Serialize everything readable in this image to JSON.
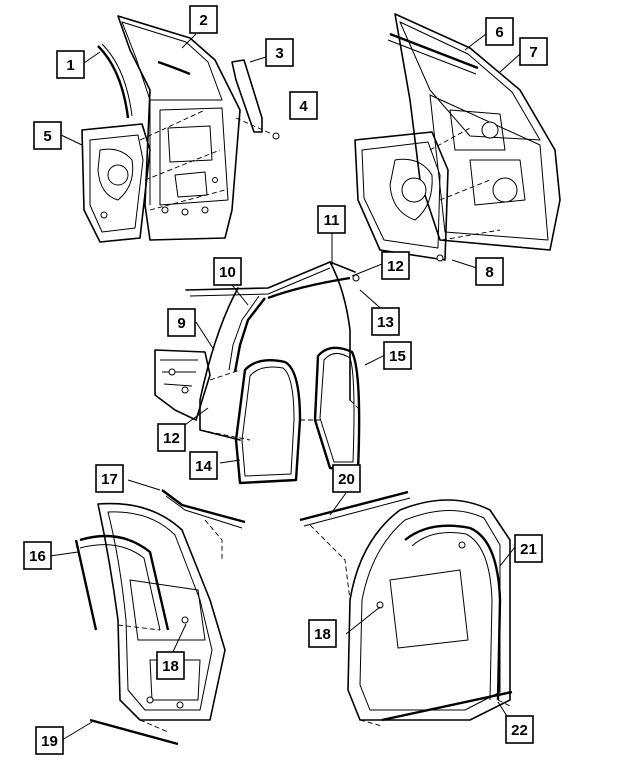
{
  "callouts": [
    {
      "id": "c1",
      "label": "1"
    },
    {
      "id": "c2",
      "label": "2"
    },
    {
      "id": "c3",
      "label": "3"
    },
    {
      "id": "c4",
      "label": "4"
    },
    {
      "id": "c5",
      "label": "5"
    },
    {
      "id": "c6",
      "label": "6"
    },
    {
      "id": "c7",
      "label": "7"
    },
    {
      "id": "c8",
      "label": "8"
    },
    {
      "id": "c9",
      "label": "9"
    },
    {
      "id": "c10",
      "label": "10"
    },
    {
      "id": "c11",
      "label": "11"
    },
    {
      "id": "c12a",
      "label": "12"
    },
    {
      "id": "c12b",
      "label": "12"
    },
    {
      "id": "c13",
      "label": "13"
    },
    {
      "id": "c14",
      "label": "14"
    },
    {
      "id": "c15",
      "label": "15"
    },
    {
      "id": "c16",
      "label": "16"
    },
    {
      "id": "c17",
      "label": "17"
    },
    {
      "id": "c18a",
      "label": "18"
    },
    {
      "id": "c18b",
      "label": "18"
    },
    {
      "id": "c19",
      "label": "19"
    },
    {
      "id": "c20",
      "label": "20"
    },
    {
      "id": "c21",
      "label": "21"
    },
    {
      "id": "c22",
      "label": "22"
    }
  ]
}
